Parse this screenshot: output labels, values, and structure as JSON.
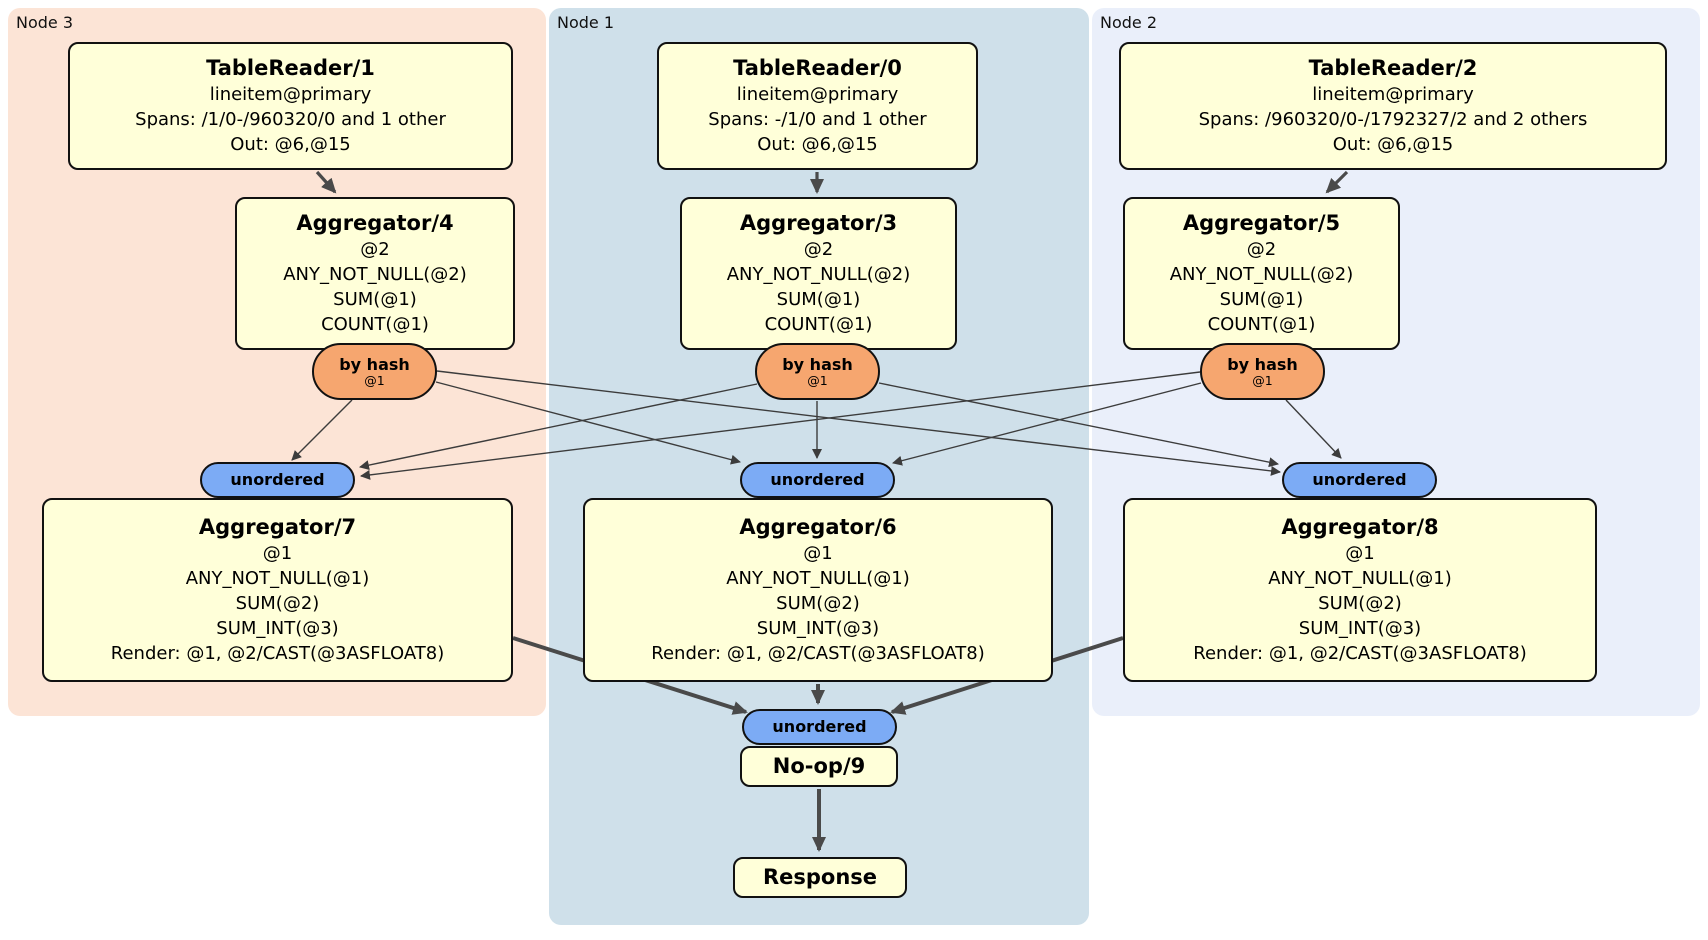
{
  "regions": {
    "node3": {
      "label": "Node 3",
      "fill": "#fce4d6"
    },
    "node1": {
      "label": "Node 1",
      "fill": "#cfe0ea"
    },
    "node2": {
      "label": "Node 2",
      "fill": "#eaeffa"
    }
  },
  "colors": {
    "box_fill": "#ffffd9",
    "byhash_fill": "#f6a66f",
    "unordered_fill": "#7cabf5",
    "edge": "#4a4a4a"
  },
  "boxes": {
    "tr1": {
      "title": "TableReader/1",
      "lines": [
        "lineitem@primary",
        "Spans: /1/0-/960320/0 and 1 other",
        "Out: @6,@15"
      ]
    },
    "tr0": {
      "title": "TableReader/0",
      "lines": [
        "lineitem@primary",
        "Spans: -/1/0 and 1 other",
        "Out: @6,@15"
      ]
    },
    "tr2": {
      "title": "TableReader/2",
      "lines": [
        "lineitem@primary",
        "Spans: /960320/0-/1792327/2 and 2 others",
        "Out: @6,@15"
      ]
    },
    "agg4": {
      "title": "Aggregator/4",
      "lines": [
        "@2",
        "ANY_NOT_NULL(@2)",
        "SUM(@1)",
        "COUNT(@1)"
      ]
    },
    "agg3": {
      "title": "Aggregator/3",
      "lines": [
        "@2",
        "ANY_NOT_NULL(@2)",
        "SUM(@1)",
        "COUNT(@1)"
      ]
    },
    "agg5": {
      "title": "Aggregator/5",
      "lines": [
        "@2",
        "ANY_NOT_NULL(@2)",
        "SUM(@1)",
        "COUNT(@1)"
      ]
    },
    "agg7": {
      "title": "Aggregator/7",
      "lines": [
        "@1",
        "ANY_NOT_NULL(@1)",
        "SUM(@2)",
        "SUM_INT(@3)",
        "Render: @1, @2/CAST(@3ASFLOAT8)"
      ]
    },
    "agg6": {
      "title": "Aggregator/6",
      "lines": [
        "@1",
        "ANY_NOT_NULL(@1)",
        "SUM(@2)",
        "SUM_INT(@3)",
        "Render: @1, @2/CAST(@3ASFLOAT8)"
      ]
    },
    "agg8": {
      "title": "Aggregator/8",
      "lines": [
        "@1",
        "ANY_NOT_NULL(@1)",
        "SUM(@2)",
        "SUM_INT(@3)",
        "Render: @1, @2/CAST(@3ASFLOAT8)"
      ]
    },
    "noop": {
      "title": "No-op/9"
    },
    "response": {
      "title": "Response"
    }
  },
  "ovals": {
    "byhash": {
      "label": "by hash",
      "sub": "@1"
    },
    "unordered": {
      "label": "unordered"
    }
  }
}
